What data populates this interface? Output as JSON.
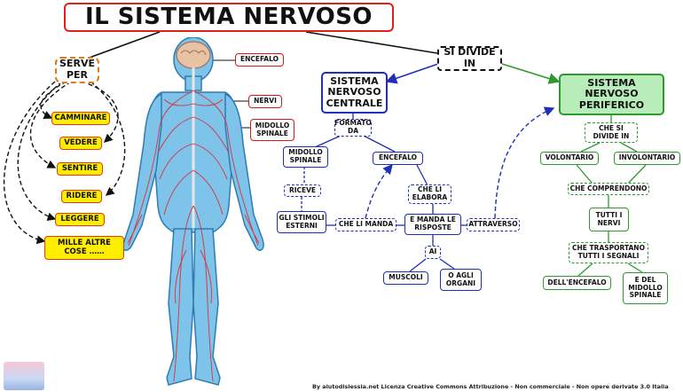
{
  "title": "IL SISTEMA NERVOSO",
  "serve_per": {
    "label": "SERVE PER",
    "items": [
      "CAMMINARE",
      "VEDERE",
      "SENTIRE",
      "RIDERE",
      "LEGGERE",
      "MILLE ALTRE COSE ……"
    ]
  },
  "body_labels": [
    "ENCEFALO",
    "NERVI",
    "MIDOLLO SPINALE"
  ],
  "si_divide": "SI DIVIDE IN",
  "centrale": {
    "title": "SISTEMA NERVOSO CENTRALE",
    "formato_da": "FORMATO DA",
    "midollo": "MIDOLLO SPINALE",
    "riceve": "RICEVE",
    "stimoli": "GLI STIMOLI ESTERNI",
    "che_li_manda": "CHE LI MANDA",
    "encefalo": "ENCEFALO",
    "che_li_elabora": "CHE LI ELABORA",
    "manda_risposte": "E MANDA LE RISPOSTE",
    "ai": "AI",
    "muscoli": "MUSCOLI",
    "organi": "O AGLI ORGANI",
    "attraverso": "ATTRAVERSO"
  },
  "periferico": {
    "title": "SISTEMA NERVOSO PERIFERICO",
    "che_si_divide": "CHE SI DIVIDE IN",
    "volontario": "VOLONTARIO",
    "involontario": "INVOLONTARIO",
    "che_comprendono": "CHE COMPRENDONO",
    "tutti_nervi": "TUTTI I NERVI",
    "trasportano": "CHE TRASPORTANO TUTTI I SEGNALI",
    "encefalo": "DELL'ENCEFALO",
    "midollo": "E DEL MIDOLLO SPINALE"
  },
  "credit": "By aiutodislessia.net Licenza Creative Commons Attribuzione - Non commerciale - Non opere derivate 3.0 Italia",
  "colors": {
    "title_border": "#e0201a",
    "central": "#1f2fb8",
    "peripheral": "#2c9a2c",
    "body": "#7ec3ea",
    "nerves": "#d8333a",
    "yellow": "#ffee00"
  }
}
